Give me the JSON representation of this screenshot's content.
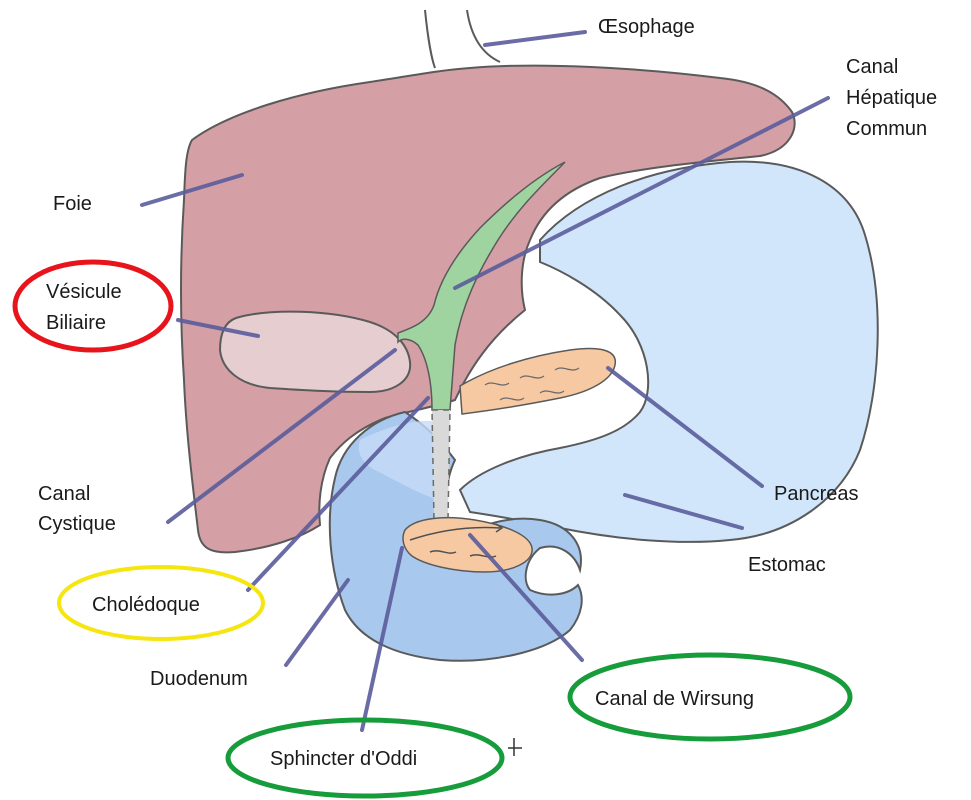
{
  "colors": {
    "liver": "#d4a0a6",
    "gallbladder": "#e6cdd0",
    "stomach": "#d2e6fb",
    "duodenum": "#a9c8ee",
    "bile_duct": "#9fd3a0",
    "pancreas": "#f7c9a3",
    "leader": "#5b5d9c",
    "outline": "#5a5a5a",
    "circle_red": "#e8141c",
    "circle_yellow": "#f5e610",
    "circle_green": "#169c3a"
  },
  "labels": {
    "oesophage": "Œsophage",
    "canal_hepatique_1": "Canal",
    "canal_hepatique_2": "Hépatique",
    "canal_hepatique_3": "Commun",
    "foie": "Foie",
    "vesicule_1": "Vésicule",
    "vesicule_2": "Biliaire",
    "canal_cystique_1": "Canal",
    "canal_cystique_2": "Cystique",
    "pancreas": "Pancreas",
    "estomac": "Estomac",
    "choledoque": "Cholédoque",
    "duodenum": "Duodenum",
    "canal_wirsung": "Canal de Wirsung",
    "sphincter": "Sphincter d'Oddi"
  }
}
